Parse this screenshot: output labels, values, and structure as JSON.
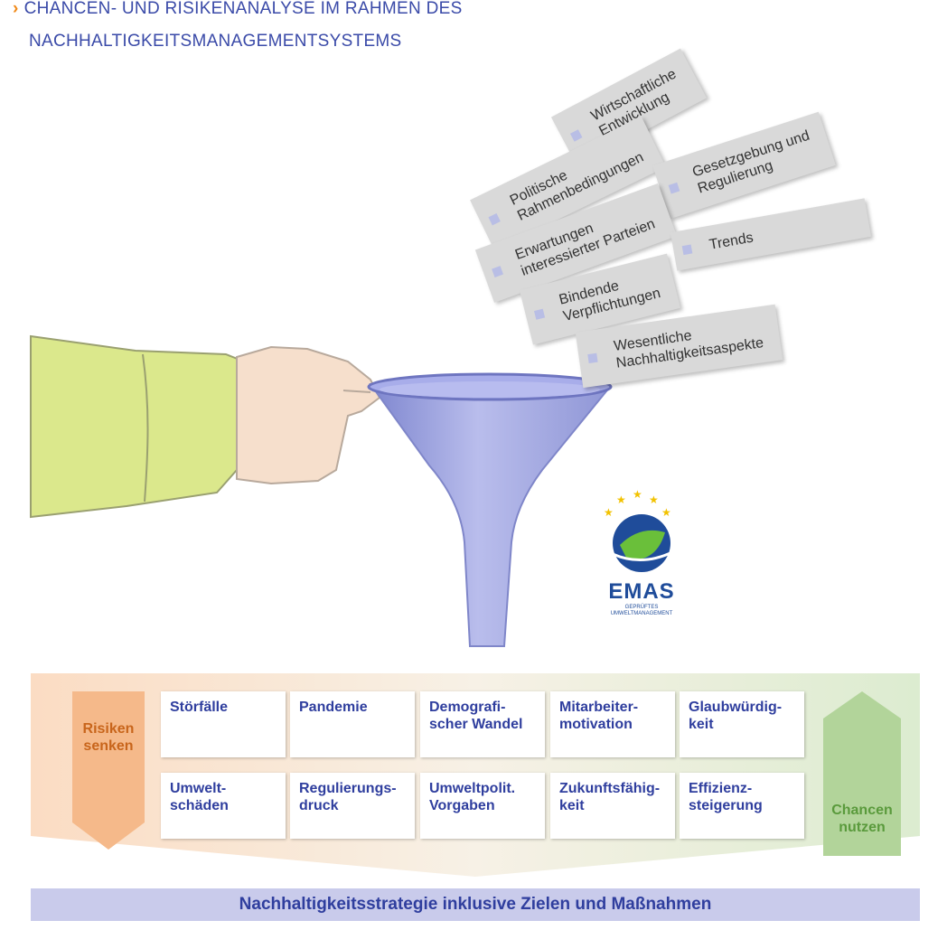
{
  "title": {
    "line1": "CHANCEN- UND RISIKENANALYSE IM RAHMEN DES",
    "line2": "NACHHALTIGKEITSMANAGEMENTSYSTEMS"
  },
  "cards": [
    {
      "name": "wirtschaftliche-entwicklung",
      "text": "Wirtschaftliche\nEntwicklung"
    },
    {
      "name": "politische-rahmenbedingungen",
      "text": "Politische\nRahmenbedingungen"
    },
    {
      "name": "gesetzgebung-regulierung",
      "text": "Gesetzgebung und\nRegulierung"
    },
    {
      "name": "erwartungen-parteien",
      "text": "Erwartungen\ninteressierter Parteien"
    },
    {
      "name": "trends",
      "text": "Trends"
    },
    {
      "name": "bindende-verpflichtungen",
      "text": "Bindende\nVerpflichtungen"
    },
    {
      "name": "wesentliche-aspekte",
      "text": "Wesentliche\nNachhaltigkeitsaspekte"
    }
  ],
  "emas": {
    "word": "EMAS",
    "sub": "GEPRÜFTES UMWELTMANAGEMENT"
  },
  "risks_label": "Risiken senken",
  "chances_label": "Chancen nutzen",
  "grid": [
    [
      "Störfälle",
      "Pandemie",
      "Demografi-scher Wandel",
      "Mitarbeiter-motivation",
      "Glaubwürdig-keit"
    ],
    [
      "Umwelt-schäden",
      "Regulierungs-druck",
      "Umweltpolit. Vorgaben",
      "Zukunftsfähig-keit",
      "Effizienz-steigerung"
    ]
  ],
  "footer": "Nachhaltigkeitsstrategie inklusive Zielen und Maßnahmen",
  "colors": {
    "risk": "#f5b98a",
    "risk_text": "#c8651b",
    "chance": "#b2d49a",
    "chance_text": "#5a9a3c",
    "funnel": "#9aa0dc",
    "sleeve": "#dbe88c"
  }
}
